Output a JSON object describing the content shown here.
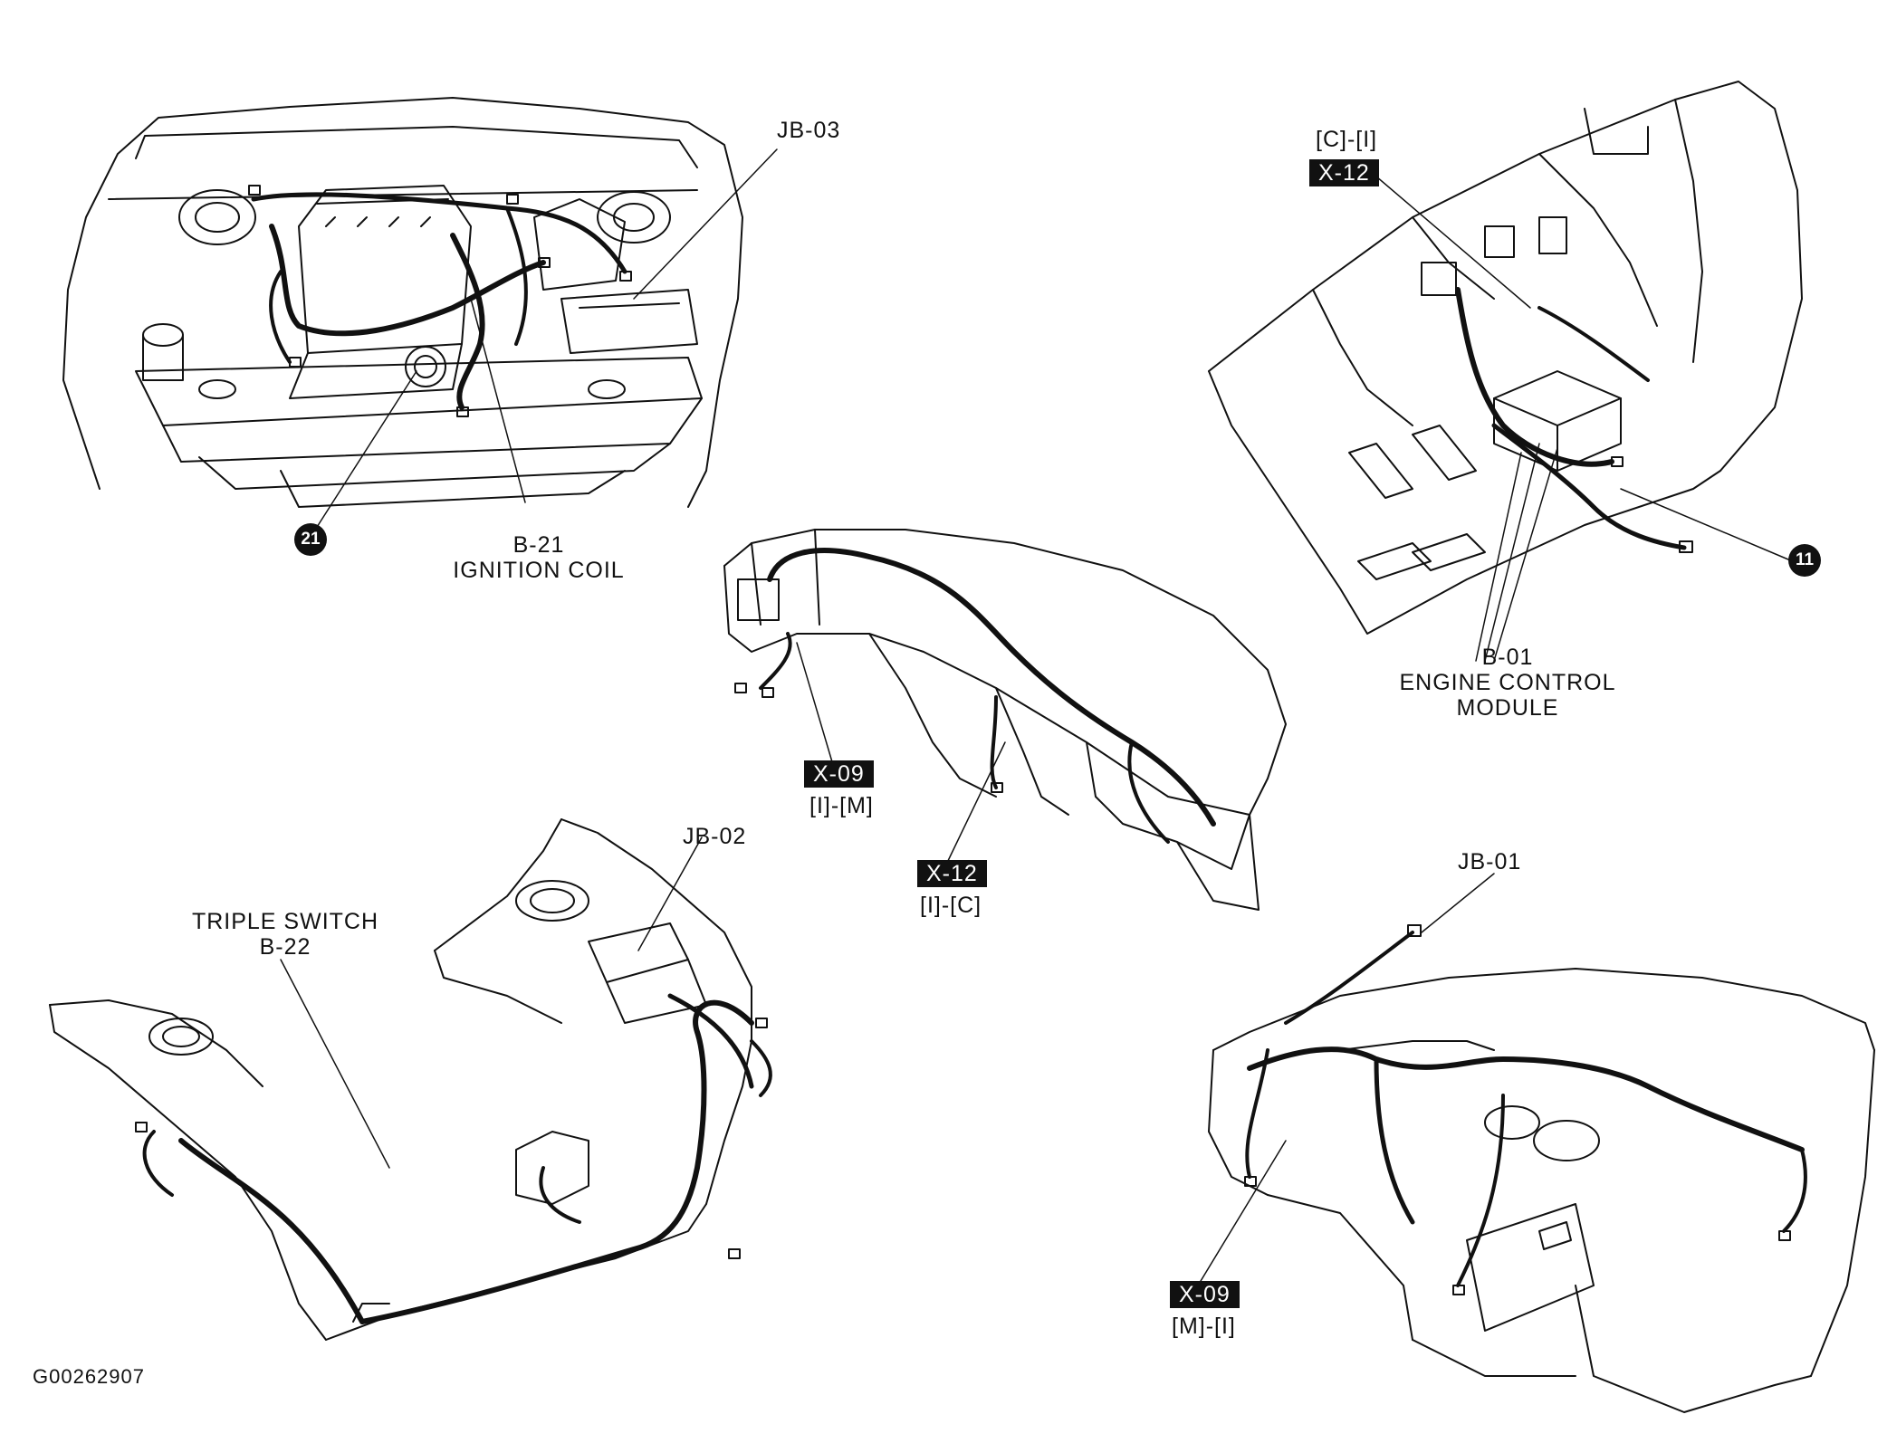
{
  "labels": {
    "jb03": "JB-03",
    "jb02": "JB-02",
    "jb01": "JB-01",
    "b21_line1": "B-21",
    "b21_line2": "IGNITION COIL",
    "b01_line1": "B-01",
    "b01_line2": "ENGINE CONTROL",
    "b01_line3": "MODULE",
    "triple_line1": "TRIPLE SWITCH",
    "triple_line2": "B-22",
    "x12_top_ref": "[C]-[I]",
    "x09_mid_ref": "[I]-[M]",
    "x12_mid_ref": "[I]-[C]",
    "x09_bottom_ref": "[M]-[I]",
    "figure_code": "G00262907"
  },
  "badges": {
    "x12_top": "X-12",
    "x09_mid": "X-09",
    "x12_mid": "X-12",
    "x09_bottom": "X-09"
  },
  "markers": {
    "ground_21": "21",
    "ground_11": "11"
  },
  "colors": {
    "line": "#111111",
    "background": "#ffffff",
    "badge_bg": "#111111",
    "badge_text": "#ffffff"
  }
}
